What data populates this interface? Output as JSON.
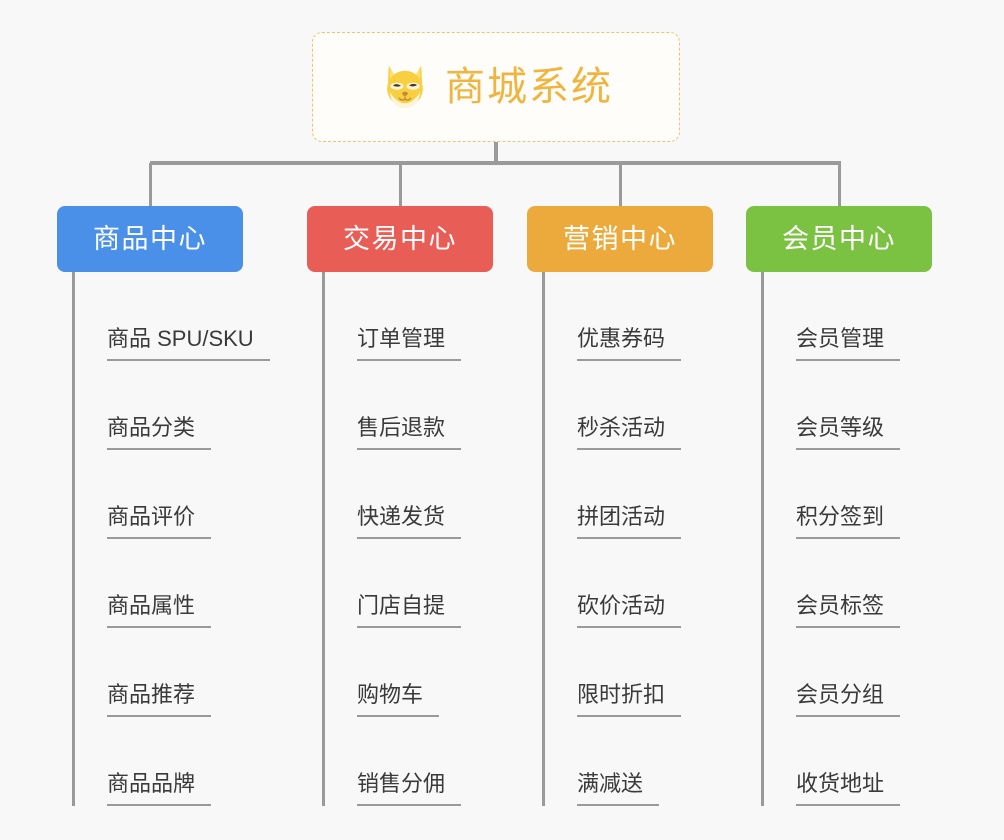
{
  "root": {
    "title": "商城系统",
    "icon": "shiba-dog-face-icon",
    "border_color": "#f0c274",
    "text_color": "#f0b541",
    "background": "#fffdf9"
  },
  "page": {
    "background": "#f8f8f8",
    "line_color": "#9a9a9a"
  },
  "branches": [
    {
      "label": "商品中心",
      "color": "#4a90e8",
      "items": [
        "商品 SPU/SKU",
        "商品分类",
        "商品评价",
        "商品属性",
        "商品推荐",
        "商品品牌"
      ]
    },
    {
      "label": "交易中心",
      "color": "#e85d56",
      "items": [
        "订单管理",
        "售后退款",
        "快递发货",
        "门店自提",
        "购物车",
        "销售分佣"
      ]
    },
    {
      "label": "营销中心",
      "color": "#edaa3c",
      "items": [
        "优惠券码",
        "秒杀活动",
        "拼团活动",
        "砍价活动",
        "限时折扣",
        "满减送"
      ]
    },
    {
      "label": "会员中心",
      "color": "#7bc242",
      "items": [
        "会员管理",
        "会员等级",
        "积分签到",
        "会员标签",
        "会员分组",
        "收货地址"
      ]
    }
  ]
}
